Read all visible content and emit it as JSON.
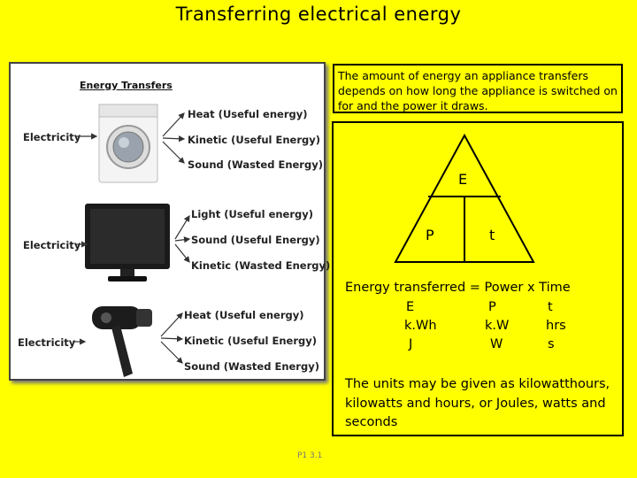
{
  "title": "Transferring electrical energy",
  "energy_panel": {
    "heading": "Energy Transfers",
    "appliances": [
      {
        "name": "washing-machine",
        "input": "Electricity",
        "outputs": [
          "Heat (Useful energy)",
          "Kinetic (Useful Energy)",
          "Sound (Wasted Energy)"
        ]
      },
      {
        "name": "television",
        "input": "Electricity",
        "outputs": [
          "Light (Useful energy)",
          "Sound (Useful Energy)",
          "Kinetic (Wasted Energy)"
        ]
      },
      {
        "name": "hair-dryer",
        "input": "Electricity",
        "outputs": [
          "Heat (Useful energy)",
          "Kinetic (Useful Energy)",
          "Sound (Wasted Energy)"
        ]
      }
    ]
  },
  "top_note": "The amount of energy an appliance transfers depends on how long the appliance is switched on for and the power it draws.",
  "triangle": {
    "top": "E",
    "left": "P",
    "right": "t"
  },
  "equation": "Energy transferred = Power x Time",
  "units_table": [
    [
      "E",
      "P",
      "t"
    ],
    [
      "k.Wh",
      "k.W",
      "hrs"
    ],
    [
      "J",
      "W",
      "s"
    ]
  ],
  "units_note": "The units may be given as kilowatthours, kilowatts and hours, or Joules, watts and seconds",
  "footer": "P1 3.1",
  "colors": {
    "background": "#ffff00",
    "panel": "#ffffff",
    "border": "#000000"
  }
}
